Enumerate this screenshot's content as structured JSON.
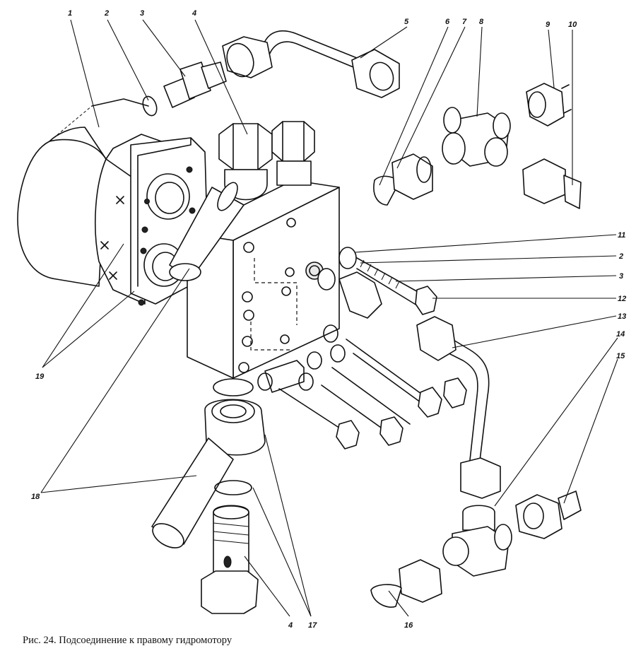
{
  "caption": "Рис. 24. Подсоединение к правому гидромотору",
  "callouts": [
    "1",
    "2",
    "3",
    "4",
    "5",
    "6",
    "7",
    "8",
    "9",
    "10",
    "11",
    "2",
    "3",
    "12",
    "13",
    "14",
    "15",
    "19",
    "18",
    "16",
    "4",
    "17"
  ]
}
